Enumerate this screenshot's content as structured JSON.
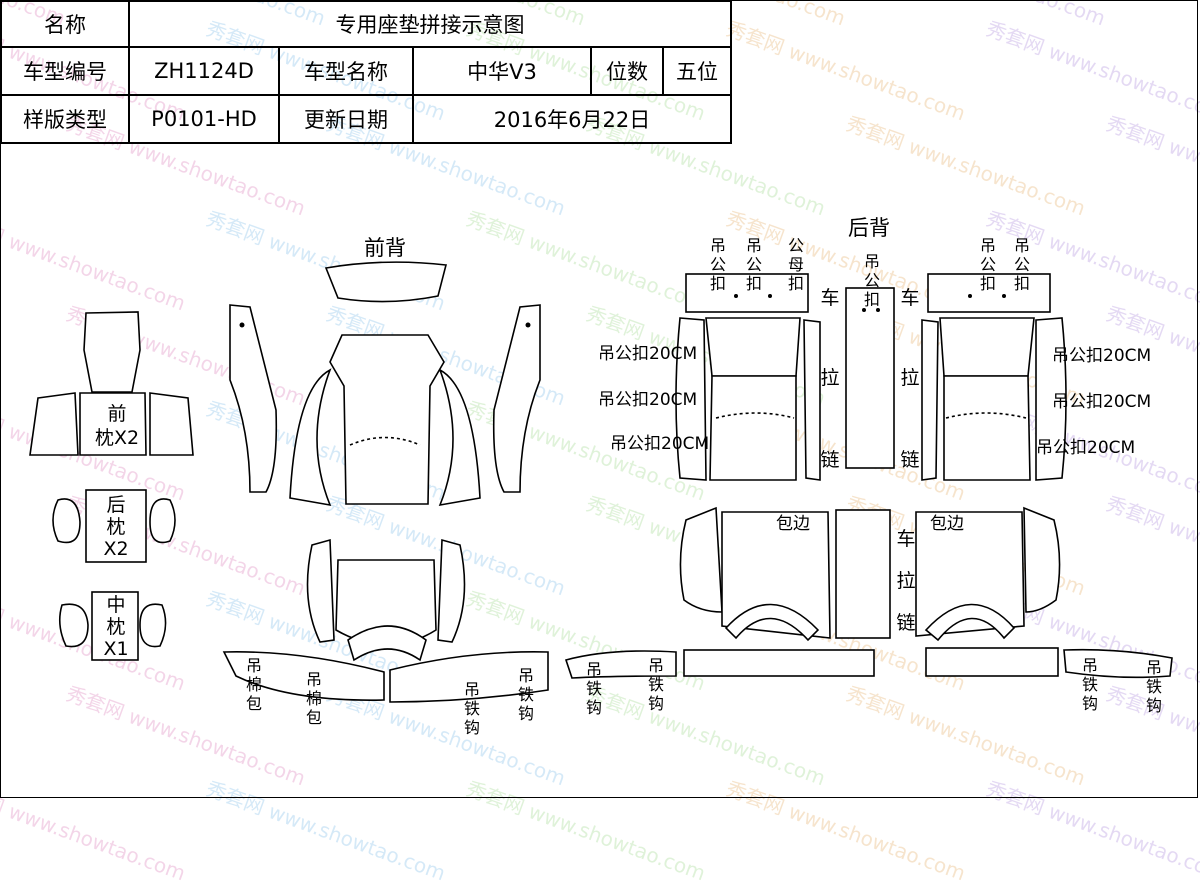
{
  "info_table": {
    "name_label": "名称",
    "name_value": "专用座垫拼接示意图",
    "model_no_label": "车型编号",
    "model_no_value": "ZH1124D",
    "model_name_label": "车型名称",
    "model_name_value": "中华V3",
    "seats_label": "位数",
    "seats_value": "五位",
    "template_type_label": "样版类型",
    "template_type_value": "P0101-HD",
    "update_date_label": "更新日期",
    "update_date_value": "2016年6月22日"
  },
  "watermark": {
    "brand_cn": "秀套网",
    "url": "www.showtao.com",
    "colors": [
      "#d66bb0",
      "#6bb2e6",
      "#8fd17a",
      "#e0a050",
      "#a07ad6"
    ]
  },
  "sections": {
    "front_back": "前背",
    "rear_back": "后背"
  },
  "pillows": {
    "front": [
      "前",
      "枕X2"
    ],
    "rear": [
      "后",
      "枕",
      "X2"
    ],
    "middle": [
      "中",
      "枕",
      "X1"
    ]
  },
  "labels": {
    "hang_cotton_bag": "吊棉包",
    "hang_iron_hook": "吊铁钩",
    "hang_male_buckle": "吊公扣",
    "male_female_buckle": "公母扣",
    "hang_male_buckle_20cm": "吊公扣20CM",
    "car": "车",
    "zipper_pull": "拉",
    "zipper_chain": "链",
    "hem": "包边",
    "car_zipper": "车拉链"
  }
}
